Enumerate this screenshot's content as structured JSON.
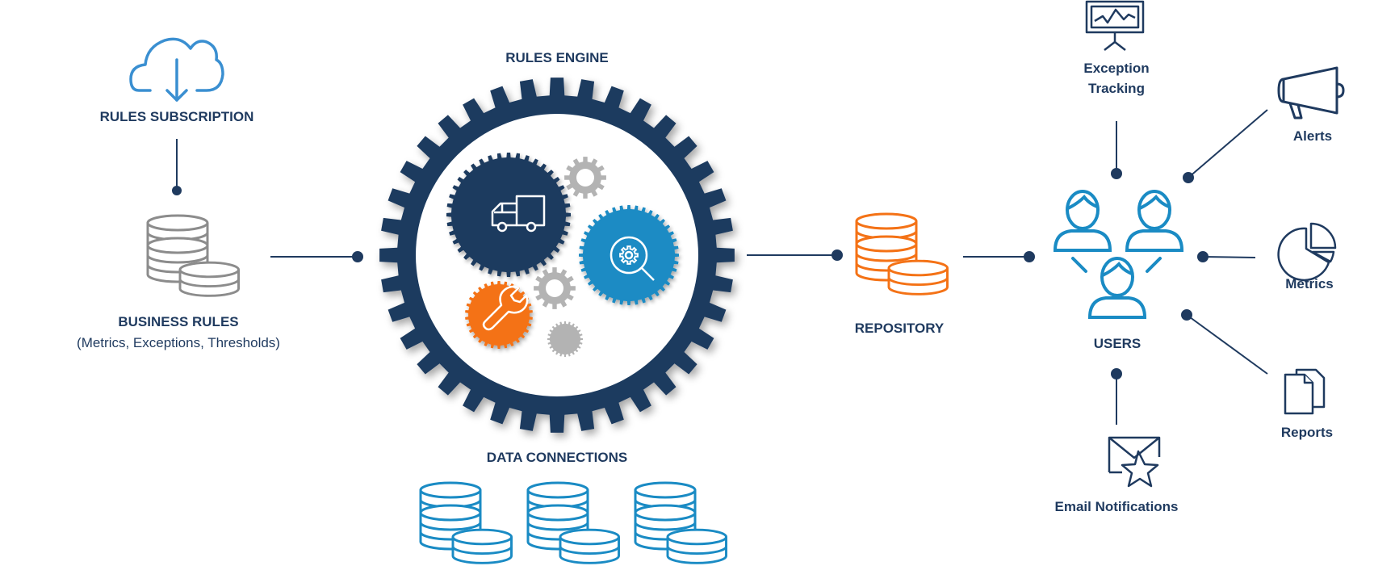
{
  "colors": {
    "navy": "#1f3a5f",
    "blue": "#1a8bc4",
    "orange": "#f47216",
    "gray": "#8c8c8c",
    "light_gray": "#b7b7b7"
  },
  "labels": {
    "rules_subscription": "RULES SUBSCRIPTION",
    "business_rules": "BUSINESS RULES",
    "business_rules_sub": "(Metrics, Exceptions, Thresholds)",
    "rules_engine": "RULES ENGINE",
    "data_connections": "DATA CONNECTIONS",
    "repository": "REPOSITORY",
    "users": "USERS",
    "exception_tracking_1": "Exception",
    "exception_tracking_2": "Tracking",
    "alerts": "Alerts",
    "metrics": "Metrics",
    "reports": "Reports",
    "email_notifications": "Email Notifications"
  },
  "icons": [
    "cloud-download-icon",
    "database-icon",
    "gear-icon",
    "truck-icon",
    "search-gear-icon",
    "wrench-icon",
    "users-icon",
    "presentation-chart-icon",
    "megaphone-icon",
    "pie-chart-icon",
    "documents-icon",
    "email-star-icon"
  ]
}
